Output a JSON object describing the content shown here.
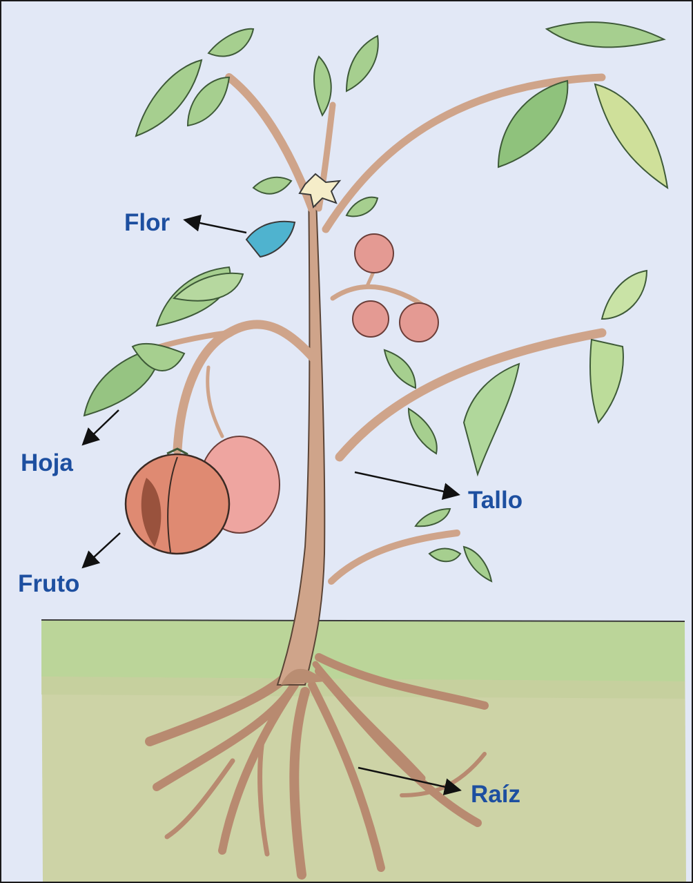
{
  "labels": {
    "flor": "Flor",
    "hoja": "Hoja",
    "fruto": "Fruto",
    "tallo": "Tallo",
    "raiz": "Raíz"
  },
  "colors": {
    "background": "#e2e8f6",
    "label_text": "#1d4fa0",
    "stem": "#cfa48a",
    "soil_top": "#b9d39a",
    "soil": "#ccd2a4",
    "leaf": "#9fca8a",
    "fruit": "#e08a7e",
    "flower": "#4fb3cf"
  }
}
